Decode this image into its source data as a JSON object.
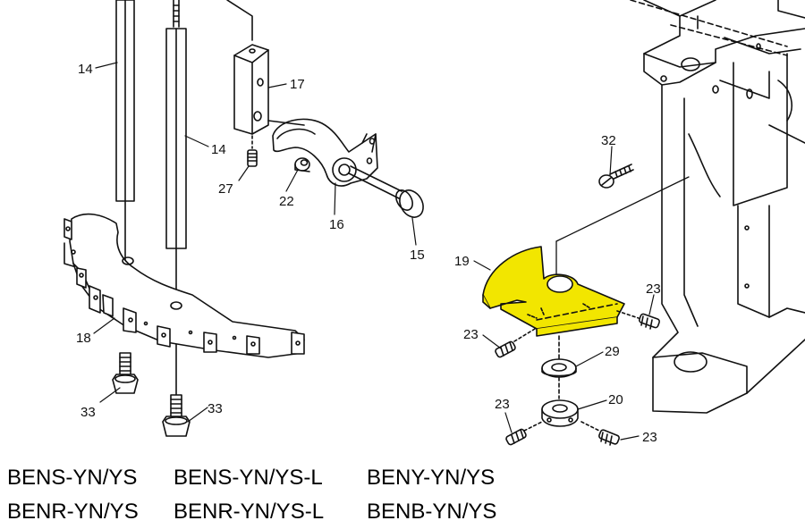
{
  "diagram": {
    "highlight_color": "#f2e600",
    "line_color": "#111111",
    "callouts": {
      "c14a": "14",
      "c14b": "14",
      "c17": "17",
      "c27": "27",
      "c22": "22",
      "c16": "16",
      "c15": "15",
      "c18": "18",
      "c33a": "33",
      "c33b": "33",
      "c32": "32",
      "c19": "19",
      "c23a": "23",
      "c23b": "23",
      "c23c": "23",
      "c23d": "23",
      "c29": "29",
      "c20": "20"
    }
  },
  "models": [
    [
      "BENS-YN/YS",
      "BENS-YN/YS-L",
      "BENY-YN/YS"
    ],
    [
      "BENR-YN/YS",
      "BENR-YN/YS-L",
      "BENB-YN/YS"
    ]
  ]
}
